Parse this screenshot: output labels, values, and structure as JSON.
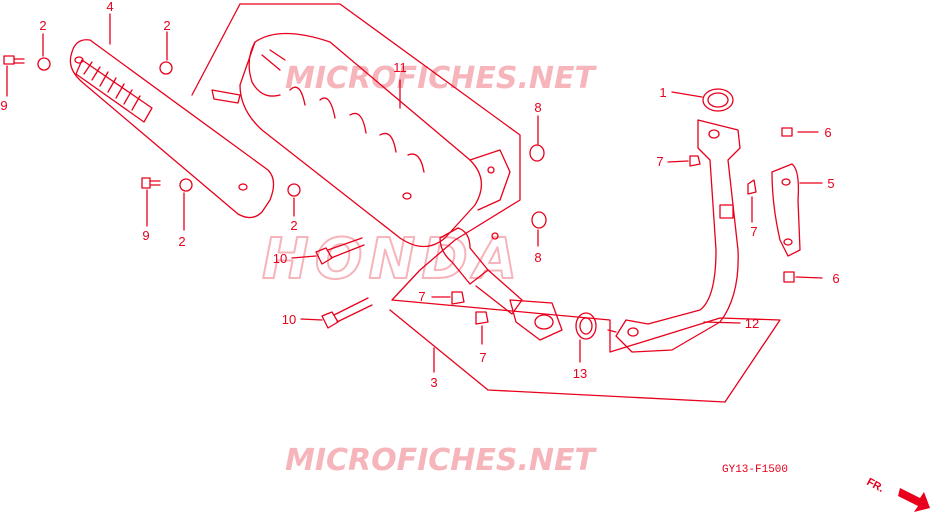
{
  "diagram": {
    "code": "GY13-F1500",
    "front_indicator": "FR.",
    "watermark_top": "MICROFICHES.NET",
    "watermark_bottom": "MICROFICHES.NET",
    "brand_watermark": "HONDA",
    "callouts": {
      "c1": "1",
      "c2a": "2",
      "c2b": "2",
      "c2c": "2",
      "c2d": "2",
      "c3": "3",
      "c4": "4",
      "c5": "5",
      "c6a": "6",
      "c6b": "6",
      "c7a": "7",
      "c7b": "7",
      "c7c": "7",
      "c7d": "7",
      "c8a": "8",
      "c8b": "8",
      "c9a": "9",
      "c9b": "9",
      "c10a": "10",
      "c10b": "10",
      "c11": "11",
      "c12": "12",
      "c13": "13"
    }
  },
  "colors": {
    "line": "#e8001c",
    "watermark": "#f6b4bb",
    "background": "#ffffff"
  }
}
